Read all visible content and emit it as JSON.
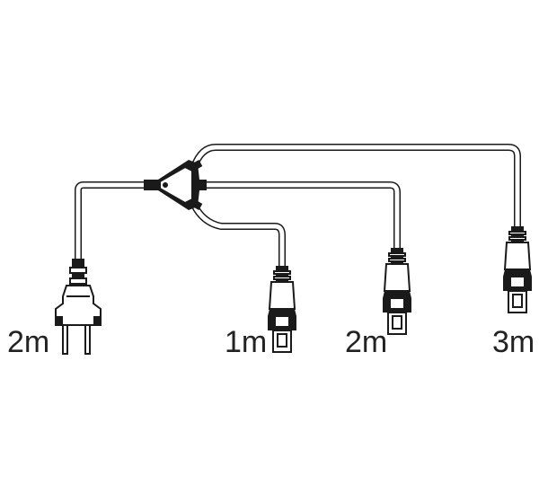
{
  "labels": {
    "plug_length": "2m",
    "lead_1_length": "1m",
    "lead_2_length": "2m",
    "lead_3_length": "3m"
  },
  "colors": {
    "line": "#1a1a1a",
    "background": "#ffffff",
    "text": "#222222"
  }
}
